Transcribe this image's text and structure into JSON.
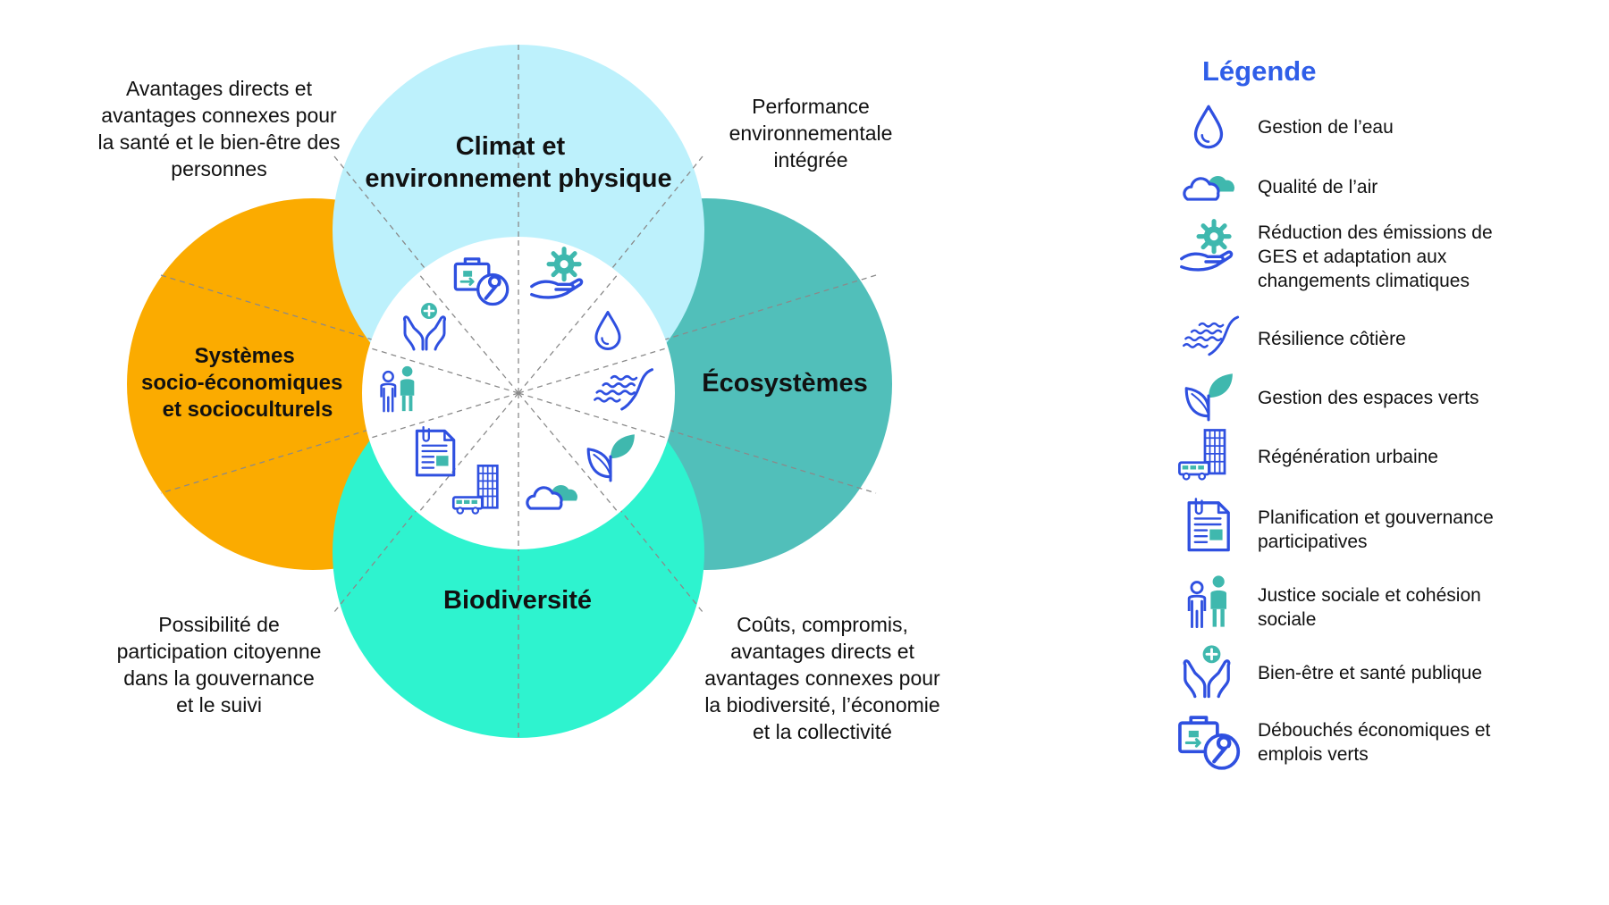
{
  "circles": {
    "top": {
      "title_lines": [
        "Climat et",
        "environnement physique"
      ],
      "color": "#bdf1fc"
    },
    "left": {
      "title_lines": [
        "Systèmes",
        "socio-économiques",
        "et socioculturels"
      ],
      "color": "#fbab00"
    },
    "right": {
      "title_lines": [
        "Écosystèmes"
      ],
      "color": "#51bfba"
    },
    "bottom": {
      "title_lines": [
        "Biodiversité"
      ],
      "color": "#2ef3cf"
    }
  },
  "corner_notes": {
    "top_left": [
      "Avantages directs et",
      "avantages connexes pour",
      "la santé et le bien-être des",
      "personnes"
    ],
    "top_right": [
      "Performance",
      "environnementale",
      "intégrée"
    ],
    "bottom_left": [
      "Possibilité de",
      "participation citoyenne",
      "dans la gouvernance",
      "et le suivi"
    ],
    "bottom_right": [
      "Coûts, compromis,",
      "avantages directs et",
      "avantages connexes pour",
      "la biodiversité, l’économie",
      "et la collectivité"
    ]
  },
  "legend": {
    "title": "Légende",
    "items": [
      {
        "icon": "water-drop-icon",
        "lines": [
          "Gestion de l’eau"
        ]
      },
      {
        "icon": "cloud-icon",
        "lines": [
          "Qualité de l’air"
        ]
      },
      {
        "icon": "gear-hand-icon",
        "lines": [
          "Réduction des émissions de",
          "GES et adaptation aux",
          "changements climatiques"
        ]
      },
      {
        "icon": "waves-icon",
        "lines": [
          "Résilience côtière"
        ]
      },
      {
        "icon": "leaf-icon",
        "lines": [
          "Gestion des espaces verts"
        ]
      },
      {
        "icon": "building-bus-icon",
        "lines": [
          "Régénération urbaine"
        ]
      },
      {
        "icon": "document-icon",
        "lines": [
          "Planification et gouvernance",
          "participatives"
        ]
      },
      {
        "icon": "people-icon",
        "lines": [
          "Justice sociale et cohésion",
          "sociale"
        ]
      },
      {
        "icon": "hands-health-icon",
        "lines": [
          "Bien-être et santé publique"
        ]
      },
      {
        "icon": "briefcase-wrench-icon",
        "lines": [
          "Débouchés économiques et",
          "emplois verts"
        ]
      }
    ]
  },
  "colors": {
    "icon_blue": "#2f50e0",
    "icon_teal": "#3fb8ae",
    "accent_blue": "#2f5ee8"
  }
}
